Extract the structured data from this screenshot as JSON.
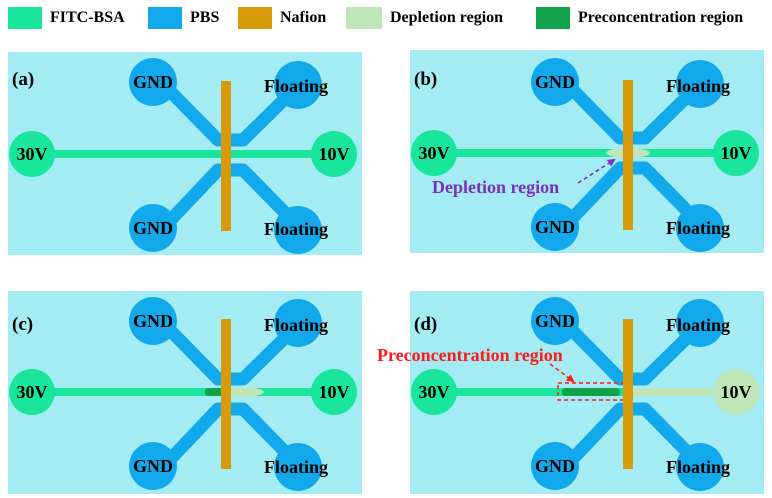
{
  "colors": {
    "fitc": "#19E69A",
    "pbs": "#12A9EC",
    "nafion": "#D79A0A",
    "depletion": "#C0E5B8",
    "preconc": "#12A24C",
    "background": "#A4ECF4",
    "annot_purple": "#7D2FB9",
    "annot_red": "#FF1A1A"
  },
  "legend": [
    {
      "label": "FITC-BSA",
      "color": "#19E69A"
    },
    {
      "label": "PBS",
      "color": "#12A9EC"
    },
    {
      "label": "Nafion",
      "color": "#D79A0A"
    },
    {
      "label": "Depletion region",
      "color": "#C0E5B8"
    },
    {
      "label": "Preconcentration region",
      "color": "#12A24C"
    }
  ],
  "panels": [
    {
      "id": "(a)",
      "gnd_top": "GND",
      "gnd_bottom": "GND",
      "float_top": "Floating",
      "float_bottom": "Floating",
      "left_voltage": "30V",
      "right_voltage": "10V"
    },
    {
      "id": "(b)",
      "gnd_top": "GND",
      "gnd_bottom": "GND",
      "float_top": "Floating",
      "float_bottom": "Floating",
      "left_voltage": "30V",
      "right_voltage": "10V",
      "annotation": "Depletion region"
    },
    {
      "id": "(c)",
      "gnd_top": "GND",
      "gnd_bottom": "GND",
      "float_top": "Floating",
      "float_bottom": "Floating",
      "left_voltage": "30V",
      "right_voltage": "10V"
    },
    {
      "id": "(d)",
      "gnd_top": "GND",
      "gnd_bottom": "GND",
      "float_top": "Floating",
      "float_bottom": "Floating",
      "left_voltage": "30V",
      "right_voltage": "10V",
      "annotation": "Preconcentration region"
    }
  ]
}
